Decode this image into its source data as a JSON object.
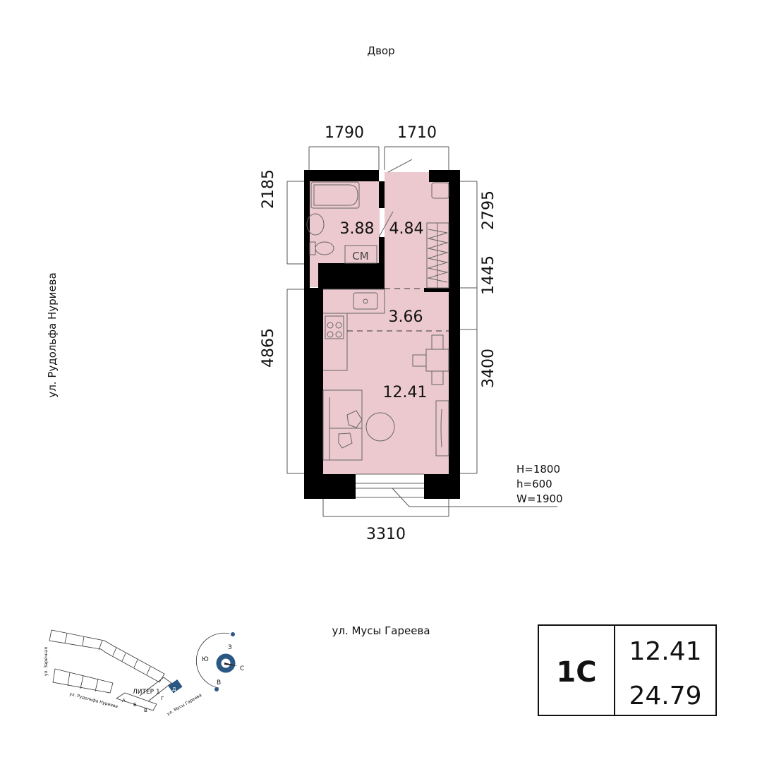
{
  "labels": {
    "courtyard": "Двор",
    "street_left": "ул. Рудольфа Нуриева",
    "street_bottom": "ул. Мусы Гареева"
  },
  "dimensions": {
    "top_left": "1790",
    "top_right": "1710",
    "left_upper": "2185",
    "left_lower": "4865",
    "right_upper": "2795",
    "right_middle": "1445",
    "right_lower": "3400",
    "bottom": "3310"
  },
  "rooms": {
    "bathroom": "3.88",
    "hallway": "4.84",
    "kitchen": "3.66",
    "living": "12.41",
    "washer_label": "СМ"
  },
  "window_spec": [
    "H=1800",
    "h=600",
    "W=1900"
  ],
  "info_box": {
    "type": "1С",
    "living_area": "12.41",
    "total_area": "24.79"
  },
  "minimap": {
    "street_zarechnaya": "ул. Заречная",
    "street_nurieva": "ул. Рудольфа Нуриева",
    "street_gareeva": "ул. Мусы Гареева",
    "liter": "ЛИТЕР 1",
    "sections": [
      "А",
      "Б",
      "В",
      "Г",
      "Д"
    ],
    "compass": {
      "west": "З",
      "south": "Ю",
      "north": "С",
      "east": "В"
    },
    "highlight_color": "#2b5783"
  },
  "colors": {
    "room_fill": "#ecc9cf",
    "wall": "#000000"
  }
}
